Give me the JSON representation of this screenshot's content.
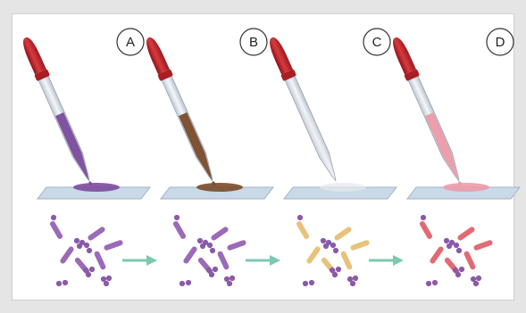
{
  "steps": [
    {
      "label": "A",
      "liquid_color": "#7b4a9c",
      "bacteria_rod_color": "#9b6ab8",
      "bacteria_cocci_color": "#8a5aa8"
    },
    {
      "label": "B",
      "liquid_color": "#7a4a2a",
      "bacteria_rod_color": "#9b6ab8",
      "bacteria_cocci_color": "#8a5aa8"
    },
    {
      "label": "C",
      "liquid_color": "#e6e8ee",
      "bacteria_rod_color": "#e8c27a",
      "bacteria_cocci_color": "#8a5aa8"
    },
    {
      "label": "D",
      "liquid_color": "#ec9aa8",
      "bacteria_rod_color": "#e26a72",
      "bacteria_cocci_color": "#8a5aa8"
    }
  ],
  "colors": {
    "bulb": "#c8262b",
    "tube": "#dde3ea",
    "slide": "#c9d9e8",
    "arrow": "#7cc9b0"
  },
  "icons": [
    "dropper-icon",
    "glass-slide-icon",
    "arrow-right-icon"
  ]
}
